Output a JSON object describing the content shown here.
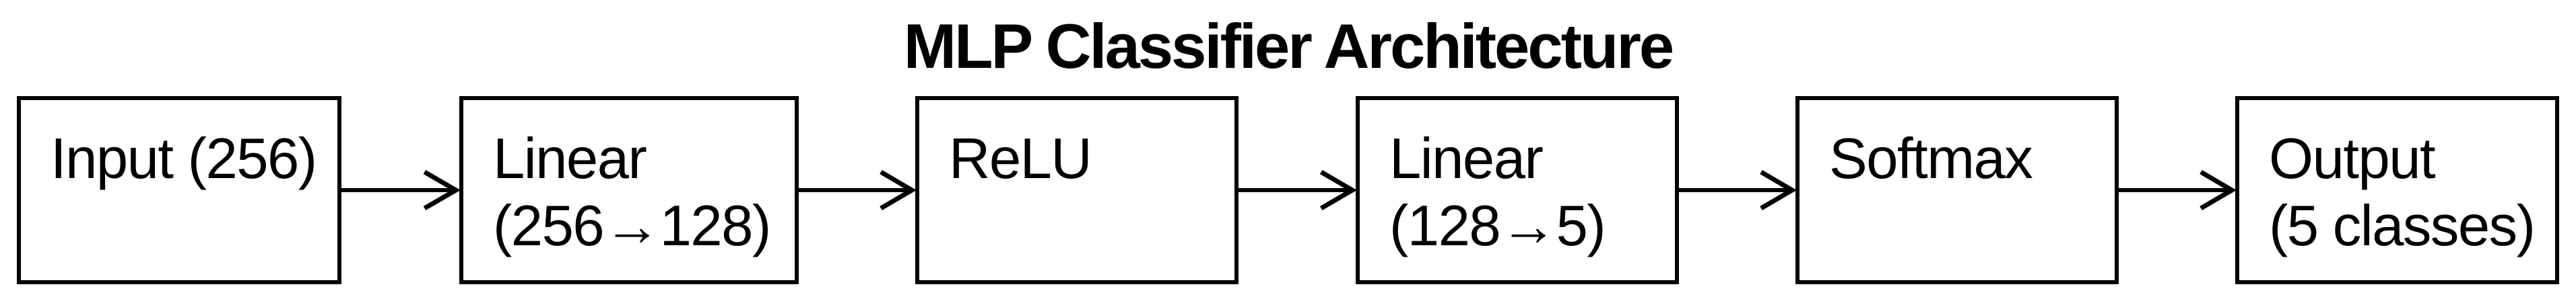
{
  "title": "MLP Classifier Architecture",
  "diagram": {
    "type": "flowchart",
    "direction": "left-to-right",
    "nodes": [
      {
        "id": "input",
        "lines": [
          "Input (256)",
          ""
        ]
      },
      {
        "id": "linear1",
        "lines": [
          "Linear",
          "(256→128)"
        ]
      },
      {
        "id": "relu",
        "lines": [
          "ReLU",
          ""
        ]
      },
      {
        "id": "linear2",
        "lines": [
          "Linear",
          "(128→5)"
        ]
      },
      {
        "id": "softmax",
        "lines": [
          "Softmax",
          ""
        ]
      },
      {
        "id": "output",
        "lines": [
          "Output",
          "(5 classes)"
        ]
      }
    ],
    "edges": [
      {
        "from": "input",
        "to": "linear1"
      },
      {
        "from": "linear1",
        "to": "relu"
      },
      {
        "from": "relu",
        "to": "linear2"
      },
      {
        "from": "linear2",
        "to": "softmax"
      },
      {
        "from": "softmax",
        "to": "output"
      }
    ],
    "colors": {
      "background": "#ffffff",
      "box_fill": "#ffffff",
      "box_border": "#000000",
      "text": "#000000",
      "arrow": "#000000"
    }
  }
}
